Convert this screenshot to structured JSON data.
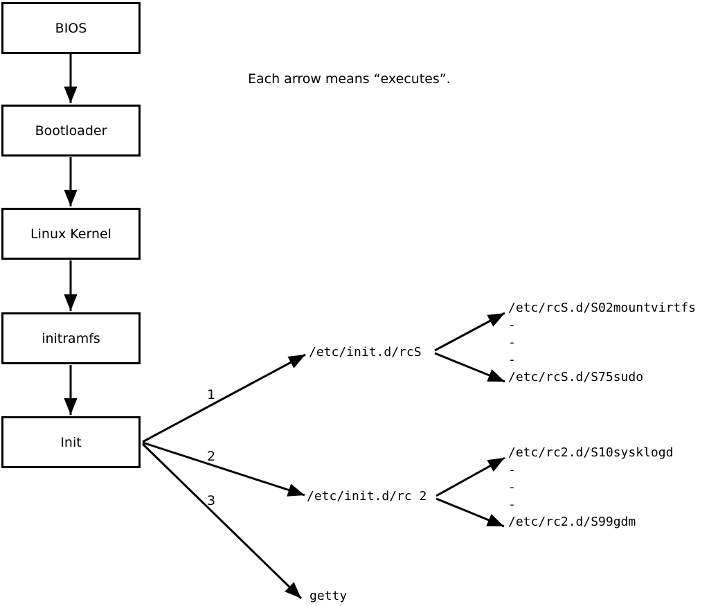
{
  "caption": "Each arrow means “executes”.",
  "boxes": [
    {
      "label": "BIOS"
    },
    {
      "label": "Bootloader"
    },
    {
      "label": "Linux Kernel"
    },
    {
      "label": "initramfs"
    },
    {
      "label": "Init"
    }
  ],
  "branches": [
    {
      "number": "1",
      "target": "/etc/init.d/rcS",
      "children": [
        "/etc/rcS.d/S02mountvirtfs",
        "-",
        "-",
        "-",
        "/etc/rcS.d/S75sudo"
      ]
    },
    {
      "number": "2",
      "target": "/etc/init.d/rc 2",
      "children": [
        "/etc/rc2.d/S10sysklogd",
        "-",
        "-",
        "-",
        "/etc/rc2.d/S99gdm"
      ]
    },
    {
      "number": "3",
      "target": "getty",
      "children": []
    }
  ],
  "colors": {
    "ink": "#000000",
    "background": "#ffffff",
    "box_fill": "#ffffff"
  }
}
